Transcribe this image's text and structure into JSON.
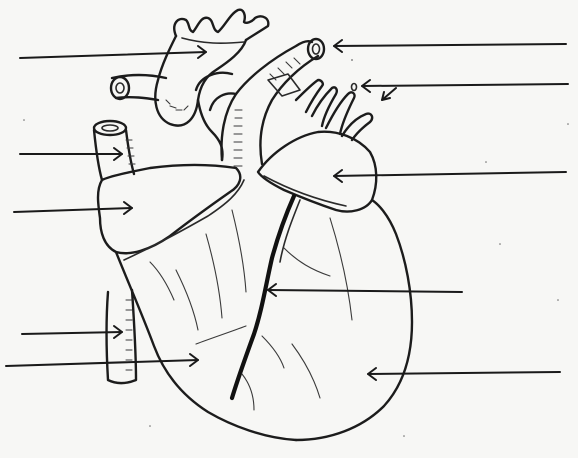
{
  "diagram": {
    "labels": [],
    "structures": [
      "aorta",
      "aortic-arch-branches",
      "pulmonary-trunk",
      "pulmonary-artery",
      "pulmonary-veins",
      "superior-vena-cava",
      "inferior-vena-cava",
      "right-atrium",
      "left-atrium",
      "right-ventricle",
      "left-ventricle",
      "coronary-vessel"
    ],
    "label_line_count": 10
  }
}
